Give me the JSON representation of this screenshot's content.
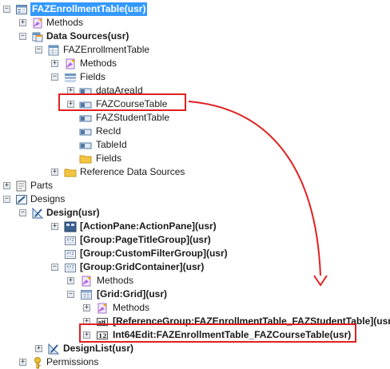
{
  "tree": {
    "root": "FAZEnrollmentTable(usr)",
    "methods": "Methods",
    "data_sources": "Data Sources(usr)",
    "ds_table": "FAZEnrollmentTable",
    "ds_methods": "Methods",
    "ds_fields": "Fields",
    "field_dataareaid": "dataAreaId",
    "field_course": "FAZCourseTable",
    "field_student": "FAZStudentTable",
    "field_recid": "RecId",
    "field_tableid": "TableId",
    "fields_folder": "Fields",
    "ref_ds": "Reference Data Sources",
    "parts": "Parts",
    "designs": "Designs",
    "design": "Design(usr)",
    "actionpane": "[ActionPane:ActionPane](usr)",
    "group_pagetitle": "[Group:PageTitleGroup](usr)",
    "group_customfilter": "[Group:CustomFilterGroup](usr)",
    "group_gridcontainer": "[Group:GridContainer](usr)",
    "gc_methods": "Methods",
    "grid": "[Grid:Grid](usr)",
    "grid_methods": "Methods",
    "refgroup": "[ReferenceGroup:FAZEnrollmentTable_FAZStudentTable](usr)",
    "int64edit": "Int64Edit:FAZEnrollmentTable_FAZCourseTable(usr)",
    "designlist": "DesignList(usr)",
    "permissions": "Permissions"
  },
  "colors": {
    "highlight": "#e02020",
    "selection": "#3399ff"
  },
  "icons": [
    "form-icon",
    "methods-icon",
    "datasources-icon",
    "table-icon",
    "field-icon",
    "folder-icon",
    "parts-icon",
    "designs-icon",
    "design-icon",
    "actionpane-icon",
    "group-icon",
    "grid-icon",
    "refgroup-icon",
    "int64-icon",
    "permissions-icon"
  ]
}
